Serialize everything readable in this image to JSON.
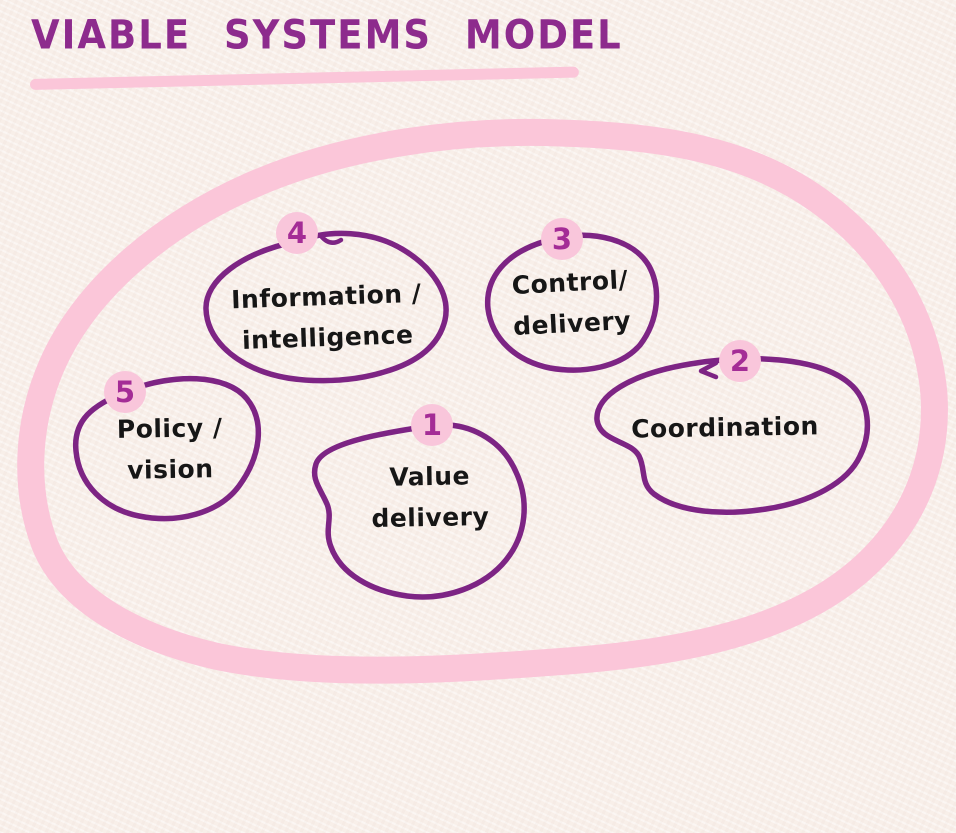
{
  "title": "VIABLE SYSTEMS MODEL",
  "palette": {
    "background": "#f8efe9",
    "title_text": "#8d2b8d",
    "highlight_pink": "#fbc6d9",
    "node_outline_purple": "#7d2484",
    "badge_fill_pink": "#f9c6db",
    "badge_number_purple": "#a42c96",
    "label_ink": "#161616"
  },
  "nodes": [
    {
      "id": "value-delivery",
      "number": "1",
      "lines": [
        "Value",
        "delivery"
      ]
    },
    {
      "id": "coordination",
      "number": "2",
      "lines": [
        "Coordination"
      ]
    },
    {
      "id": "control-delivery",
      "number": "3",
      "lines": [
        "Control/",
        "delivery"
      ]
    },
    {
      "id": "information-intelligence",
      "number": "4",
      "lines": [
        "Information /",
        "intelligence"
      ]
    },
    {
      "id": "policy-vision",
      "number": "5",
      "lines": [
        "Policy /",
        "vision"
      ]
    }
  ]
}
